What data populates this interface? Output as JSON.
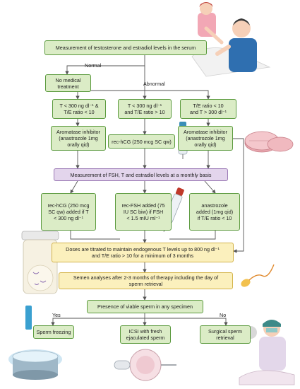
{
  "flowchart": {
    "measure_serum": "Measurement of testosterone and estradiol levels in the serum",
    "label_normal": "Normal",
    "label_abnormal": "Abnormal",
    "no_treatment": "No medical treatment",
    "cond_left": "T < 300 ng dl⁻¹ &\nT/E ratio < 10",
    "cond_mid": "T < 300 ng dl⁻¹\nand T/E ratio > 10",
    "cond_right": "T/E ratio < 10\nand T > 300 dl⁻¹",
    "aromatase_left": "Aromatase inhibitor\n(anastrozole 1mg\norally qid)",
    "rec_hcg_mid": "rec-hCG (250 mcg SC qw)",
    "aromatase_right": "Aromatase inhibitor\n(anastrozole 1mg\norally qid)",
    "monthly_measure": "Measurement of FSH, T and estradiol levels at a monthly basis",
    "add_hcg": "rec-hCG (250 mcg\nSC qw) added if T\n< 300 ng dl⁻¹",
    "add_fsh": "rec-FSH added (75\nIU SC biw) if FSH\n< 1.5 mIU ml⁻¹",
    "add_anastrozole": "anastrozole\nadded (1mg qid)\nif T/E ratio < 10",
    "doses_titrated": "Doses are titrated to maintain endogenous T levels up to 800 ng dl⁻¹\nand T/E ratio > 10 for a minimum of 3 months",
    "semen_analyses": "Semen analyses after 2-3 months of therapy including the day of\nsperm retrieval",
    "viable_sperm": "Presence of viable sperm in any specimen",
    "label_yes": "Yes",
    "label_no": "No",
    "sperm_freezing": "Sperm freezing",
    "icsi": "ICSI with fresh\nejaculated sperm",
    "surgical": "Surgical sperm\nretrieval"
  },
  "colors": {
    "green_box": "#dbecc6",
    "green_border": "#5b9a3e",
    "purple_box": "#e3d5ec",
    "yellow_box": "#fbf0bd",
    "line": "#555555"
  },
  "illustrations": [
    "doctor-patient-illustration",
    "injection-pen-icon",
    "pill-tablet-icon",
    "syringe-icon",
    "specimen-jar-icon",
    "sperm-icon",
    "cryo-tank-icon",
    "icsi-illustration",
    "surgeon-illustration"
  ]
}
